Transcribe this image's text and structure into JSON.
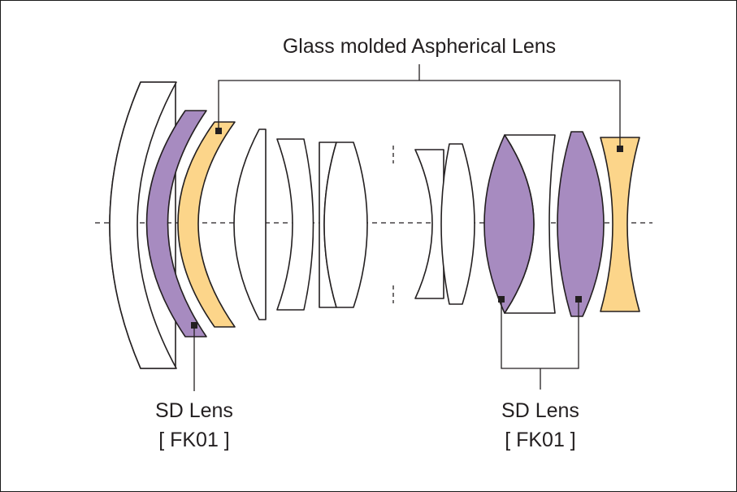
{
  "labels": {
    "aspherical": "Glass molded Aspherical Lens",
    "sd_left_line1": "SD Lens",
    "sd_left_line2": "[ FK01 ]",
    "sd_right_line1": "SD Lens",
    "sd_right_line2": "[ FK01 ]"
  },
  "legend_colors": {
    "sd_lens": "#a78bc0",
    "aspherical_lens": "#fcd58a",
    "standard_lens": "#ffffff"
  }
}
